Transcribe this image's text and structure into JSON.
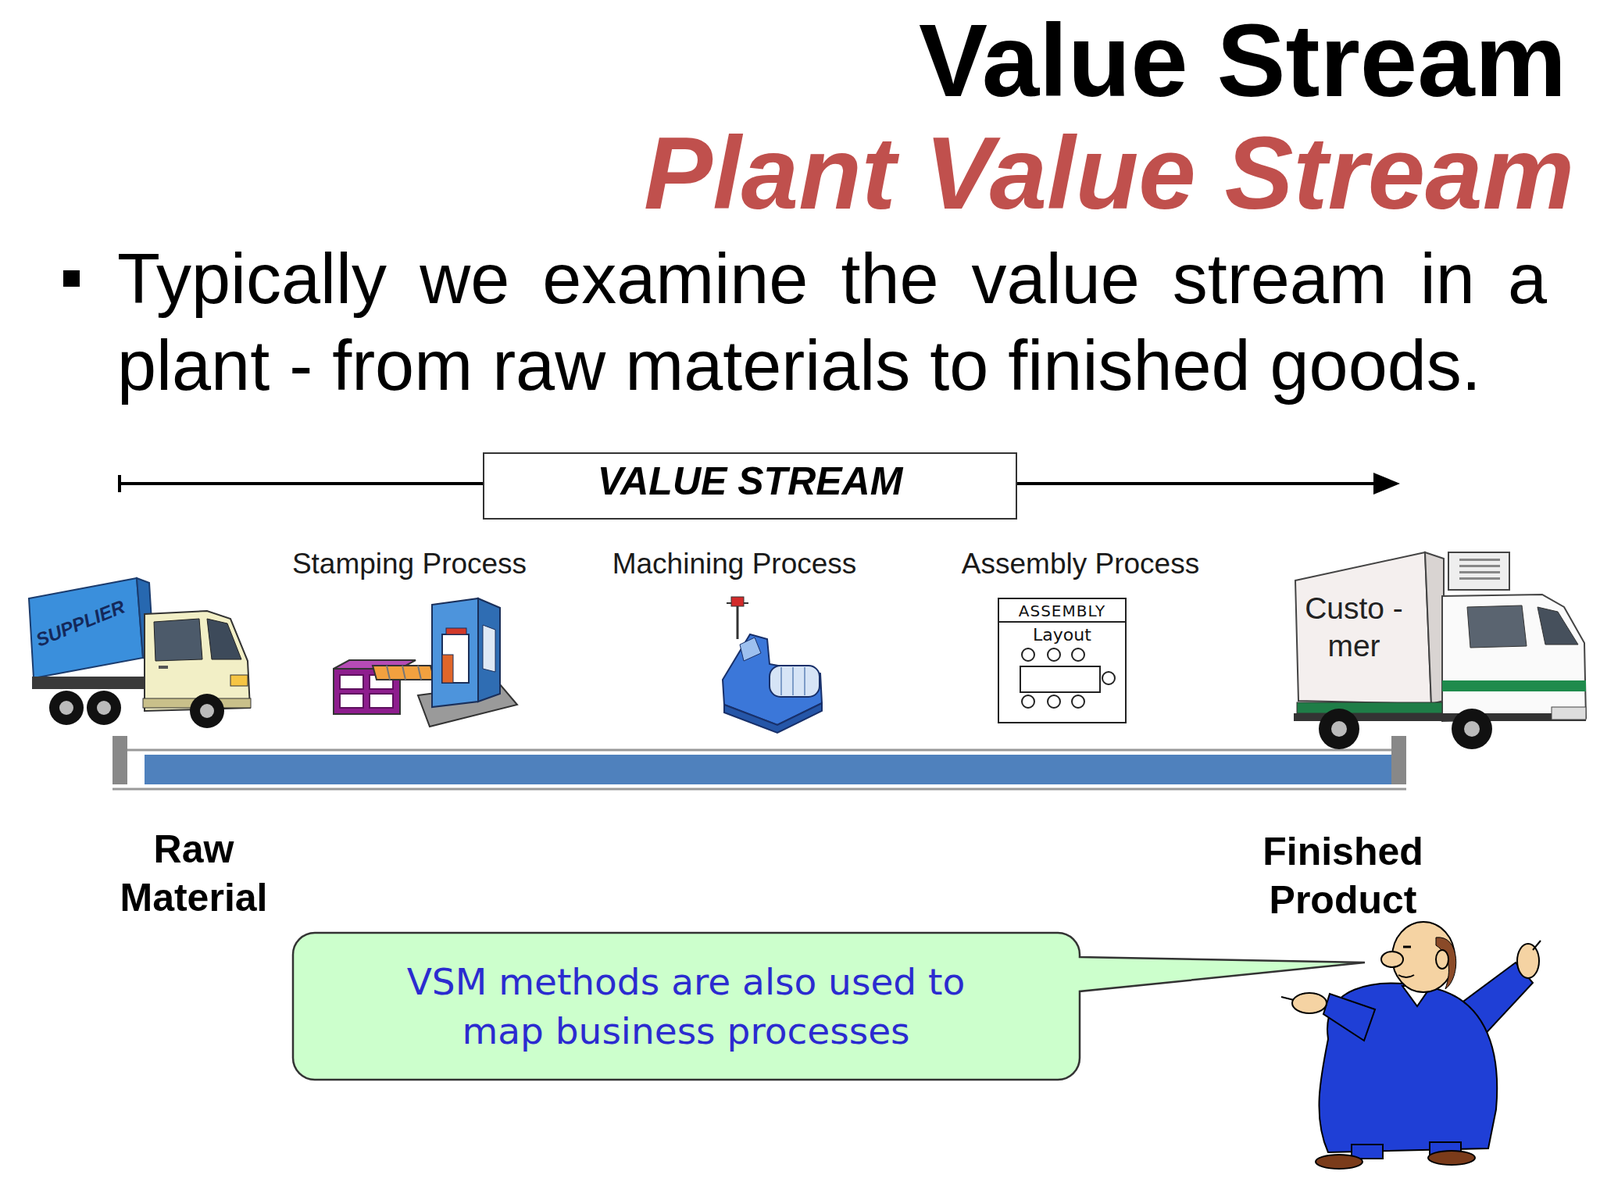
{
  "diagram": {
    "title": "Value Stream",
    "nodes": [
      {
        "text": [
          "VALUE STREAM"
        ]
      },
      {
        "text": [
          "SUPPLIER"
        ]
      },
      {
        "text": [
          "ASSEMBLY",
          "Layout"
        ]
      },
      {
        "text": [
          "Custo -mer"
        ]
      },
      {
        "text": [
          "VSM methods are also used to map business processes"
        ]
      }
    ],
    "labels": [
      "Plant Value Stream",
      "Typically we examine the value stream in a plant - from raw materials to finished goods.",
      "Stamping Process",
      "Machining Process",
      "Assembly Process",
      "Raw Material",
      "Finished Product"
    ]
  }
}
